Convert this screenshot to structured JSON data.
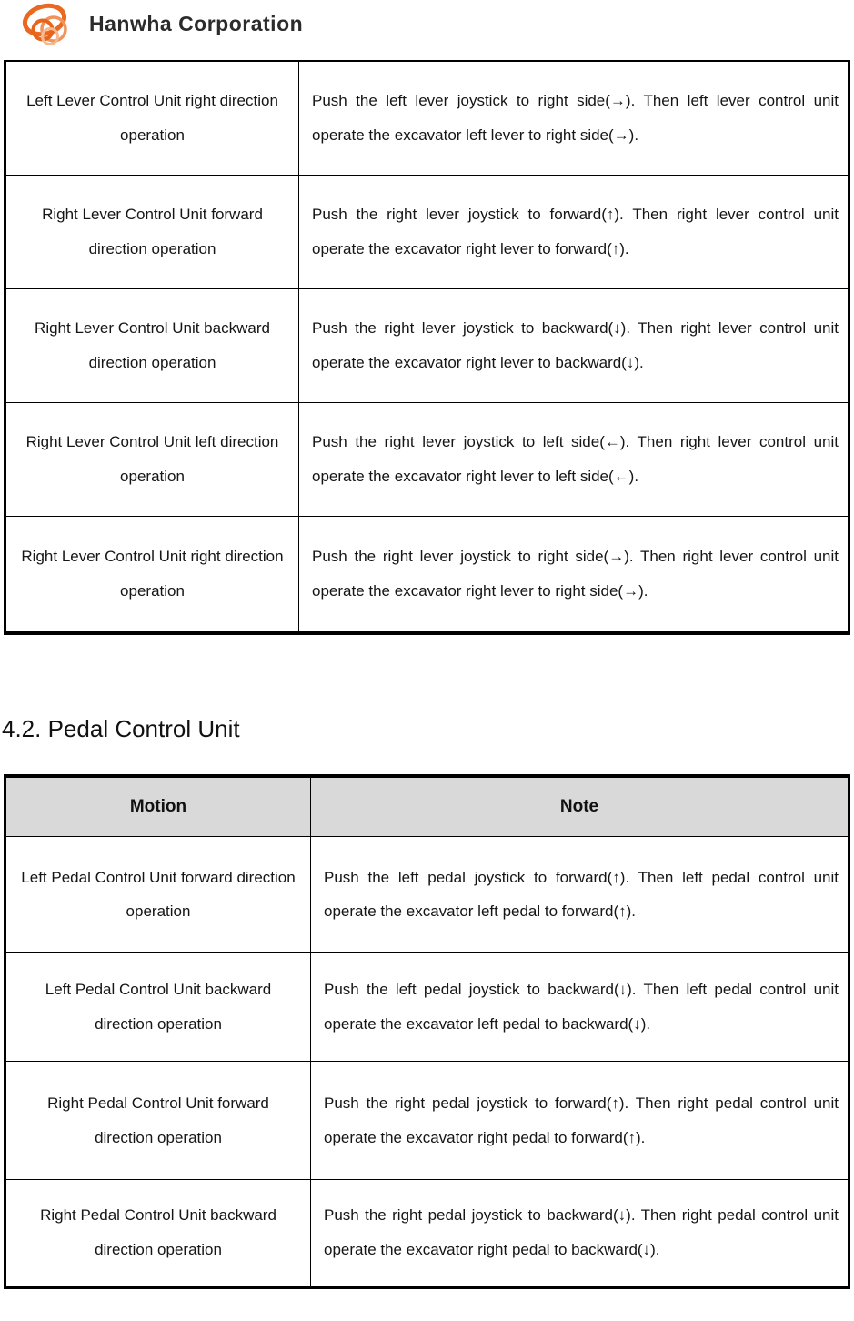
{
  "logo": {
    "text": "Hanwha Corporation"
  },
  "section_heading": "4.2. Pedal Control Unit",
  "lever_table": {
    "rows": [
      {
        "motion": "Left Lever Control Unit right direction operation",
        "note": "Push the left lever joystick to right side(→). Then left lever control unit operate the excavator left lever to right side(→)."
      },
      {
        "motion": "Right Lever Control Unit forward direction operation",
        "note": "Push the right lever joystick to forward(↑). Then right lever control unit operate the excavator right lever to forward(↑)."
      },
      {
        "motion": "Right Lever Control Unit backward direction operation",
        "note": "Push the right lever joystick to backward(↓). Then right lever control unit operate the excavator right lever to backward(↓)."
      },
      {
        "motion": "Right Lever Control Unit left direction operation",
        "note": "Push the right lever joystick to left side(←). Then right lever control unit operate the excavator right lever to left side(←)."
      },
      {
        "motion": "Right Lever Control Unit right direction operation",
        "note": "Push the right lever joystick to right side(→). Then right lever control unit operate the excavator right lever to right side(→)."
      }
    ]
  },
  "pedal_table": {
    "headers": [
      "Motion",
      "Note"
    ],
    "rows": [
      {
        "motion": "Left Pedal Control Unit forward direction operation",
        "note": "Push the left pedal joystick to forward(↑). Then left pedal control unit operate the excavator left pedal to forward(↑)."
      },
      {
        "motion": "Left Pedal Control Unit backward direction operation",
        "note": "Push the left pedal joystick to backward(↓). Then left pedal control unit operate the excavator left pedal to backward(↓)."
      },
      {
        "motion": "Right Pedal Control Unit forward direction operation",
        "note": "Push the right pedal joystick to forward(↑). Then right pedal control unit operate the excavator right pedal to forward(↑)."
      },
      {
        "motion": "Right Pedal Control Unit backward direction operation",
        "note": "Push the right pedal joystick to backward(↓). Then right pedal control unit operate the excavator right pedal to backward(↓)."
      }
    ]
  },
  "colors": {
    "header_bg": "#d9d9d9",
    "border": "#000000",
    "logo_orange": "#ed6d1f",
    "logo_orange_light": "#f0935c",
    "logo_orange_pale": "#f6b88e",
    "logo_text": "#2b2b2b"
  }
}
